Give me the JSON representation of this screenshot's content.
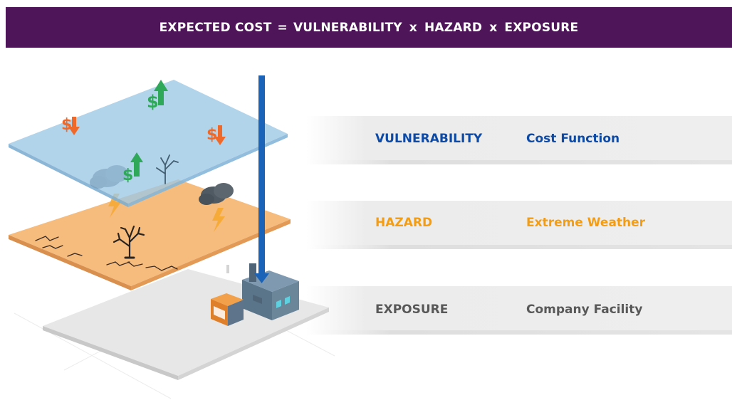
{
  "banner": {
    "term_cost": "EXPECTED COST",
    "equals": "=",
    "term_vulnerability": "VULNERABILITY",
    "op1": "x",
    "term_hazard": "HAZARD",
    "op2": "x",
    "term_exposure": "EXPOSURE"
  },
  "layers": [
    {
      "name": "VULNERABILITY",
      "description": "Cost Function",
      "color": "#0d4aa6"
    },
    {
      "name": "HAZARD",
      "description": "Extreme Weather",
      "color": "#f59d12"
    },
    {
      "name": "EXPOSURE",
      "description": "Company Facility",
      "color": "#585858"
    }
  ],
  "colors": {
    "banner_bg": "#4e1658",
    "vulnerability_plane": "#9cc8e6",
    "hazard_plane": "#f6b978",
    "exposure_plane": "#e7e7e7",
    "data_arrow": "#1a63b8",
    "cost_up": "#2fa85a",
    "cost_down": "#ef6a2a"
  },
  "icons": [
    "dollar-up-icon",
    "dollar-down-icon",
    "storm-cloud-icon",
    "lightning-icon",
    "dead-tree-icon",
    "factory-icon",
    "warehouse-icon"
  ]
}
